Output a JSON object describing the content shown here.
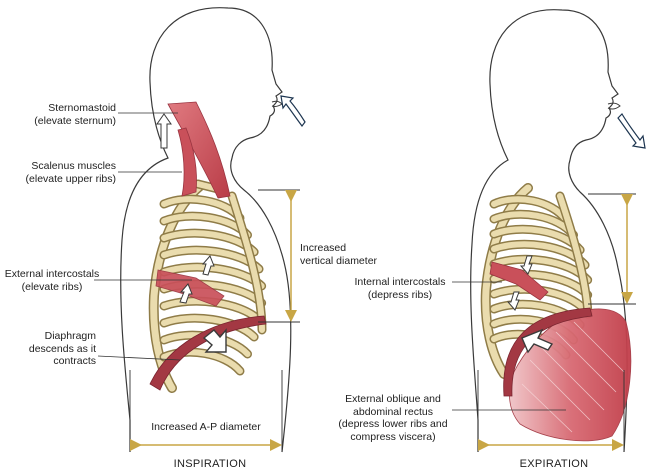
{
  "inspiration": {
    "caption": "INSPIRATION",
    "labels": {
      "sternomastoid_1": "Sternomastoid",
      "sternomastoid_2": "(elevate sternum)",
      "scalenus_1": "Scalenus muscles",
      "scalenus_2": "(elevate upper ribs)",
      "ext_intercostals_1": "External intercostals",
      "ext_intercostals_2": "(elevate ribs)",
      "diaphragm_1": "Diaphragm",
      "diaphragm_2": "descends as it",
      "diaphragm_3": "contracts",
      "vertical_1": "Increased",
      "vertical_2": "vertical diameter",
      "ap_diameter": "Increased A-P diameter"
    }
  },
  "expiration": {
    "caption": "EXPIRATION",
    "labels": {
      "int_intercostals_1": "Internal intercostals",
      "int_intercostals_2": "(depress ribs)",
      "oblique_1": "External oblique and",
      "oblique_2": "abdominal rectus",
      "oblique_3": "(depress lower ribs and",
      "oblique_4": "compress viscera)"
    }
  },
  "colors": {
    "outline": "#3a3a3a",
    "bone": "#eadcae",
    "bone_edge": "#8f7c48",
    "muscle": "#c9505a",
    "muscle_light": "#eab3b7",
    "arrow_gold": "#c8a645",
    "arrow_blue": "#1d3550"
  }
}
